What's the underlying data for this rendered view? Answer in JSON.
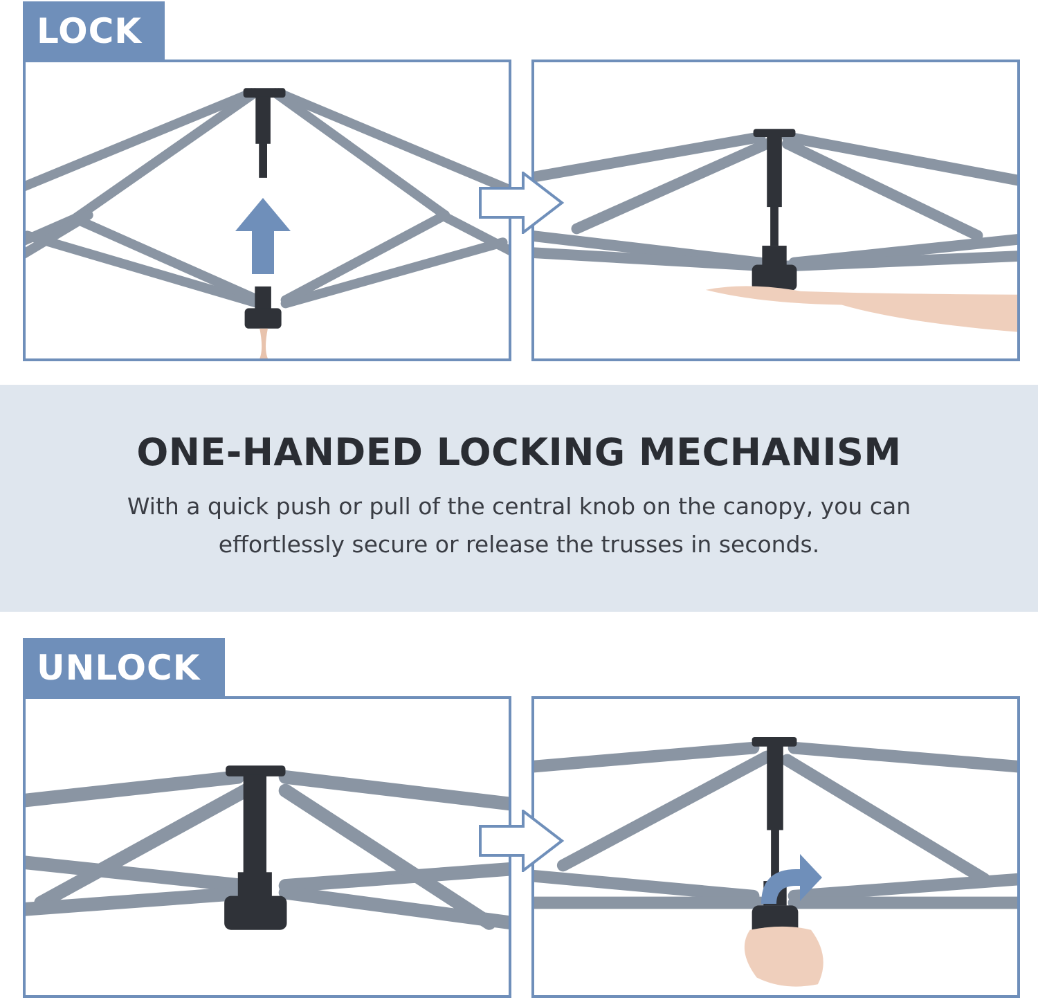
{
  "lock_section": {
    "tag_label": "LOCK"
  },
  "unlock_section": {
    "tag_label": "UNLOCK"
  },
  "banner": {
    "title": "ONE-HANDED LOCKING MECHANISM",
    "description_line_1": "With a quick push or pull of the central knob on the canopy, you can",
    "description_line_2": "effortlessly secure or release the trusses in seconds."
  },
  "colors": {
    "accent": "#6f8fba",
    "frame_gray": "#7f8b99",
    "hub_dark": "#2b2e33",
    "banner_bg": "#dfe6ee",
    "title_text": "#2a2d33"
  },
  "icons": [
    "arrow-up-icon",
    "arrow-right-icon",
    "curved-arrow-icon"
  ]
}
